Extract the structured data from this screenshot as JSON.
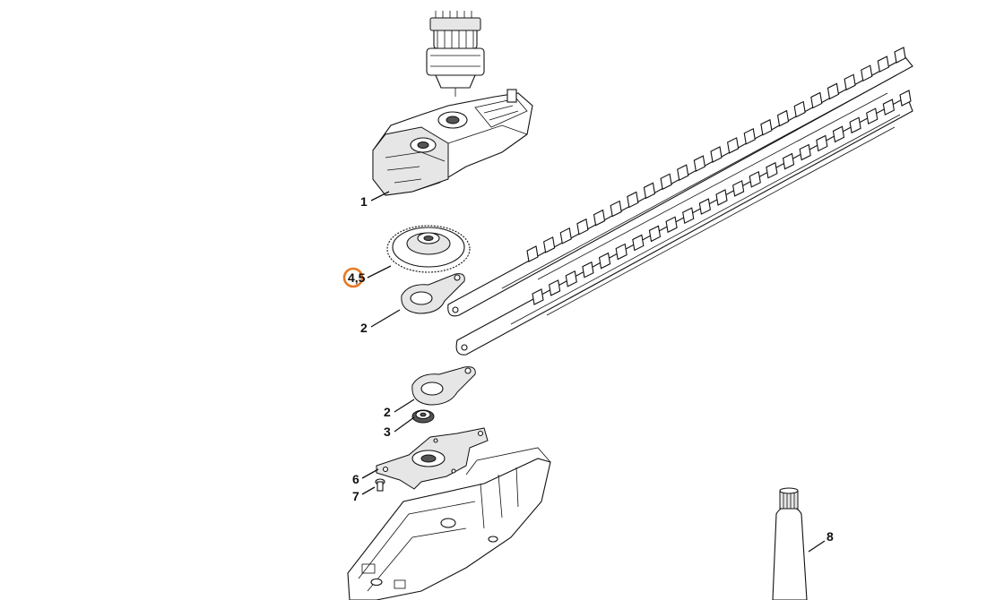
{
  "callouts": {
    "c1": "1",
    "c45": "4,5",
    "c2a": "2",
    "c2b": "2",
    "c3": "3",
    "c6": "6",
    "c7": "7",
    "c8": "8"
  },
  "colors": {
    "highlight": "#e87722",
    "line": "#111111",
    "background": "#ffffff"
  }
}
